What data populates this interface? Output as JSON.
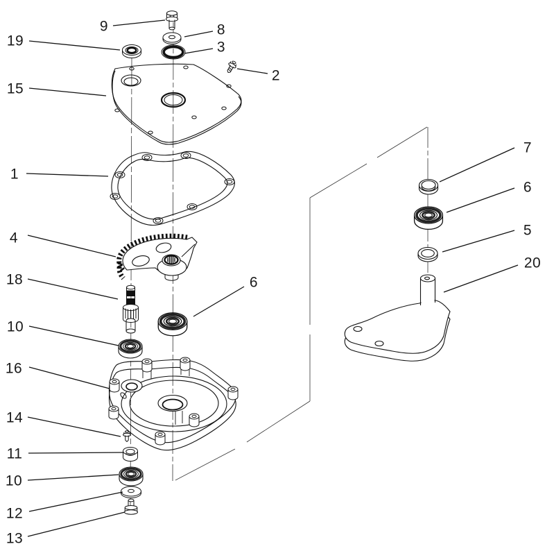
{
  "figure": {
    "type": "exploded-parts-diagram",
    "background_color": "#ffffff",
    "line_color": "#111111",
    "callouts": [
      {
        "number": "9"
      },
      {
        "number": "8"
      },
      {
        "number": "3"
      },
      {
        "number": "2"
      },
      {
        "number": "19"
      },
      {
        "number": "15"
      },
      {
        "number": "1"
      },
      {
        "number": "4"
      },
      {
        "number": "18"
      },
      {
        "number": "10"
      },
      {
        "number": "16"
      },
      {
        "number": "14"
      },
      {
        "number": "11"
      },
      {
        "number": "10"
      },
      {
        "number": "12"
      },
      {
        "number": "13"
      },
      {
        "number": "6"
      },
      {
        "number": "7"
      },
      {
        "number": "6"
      },
      {
        "number": "5"
      },
      {
        "number": "20"
      }
    ]
  }
}
